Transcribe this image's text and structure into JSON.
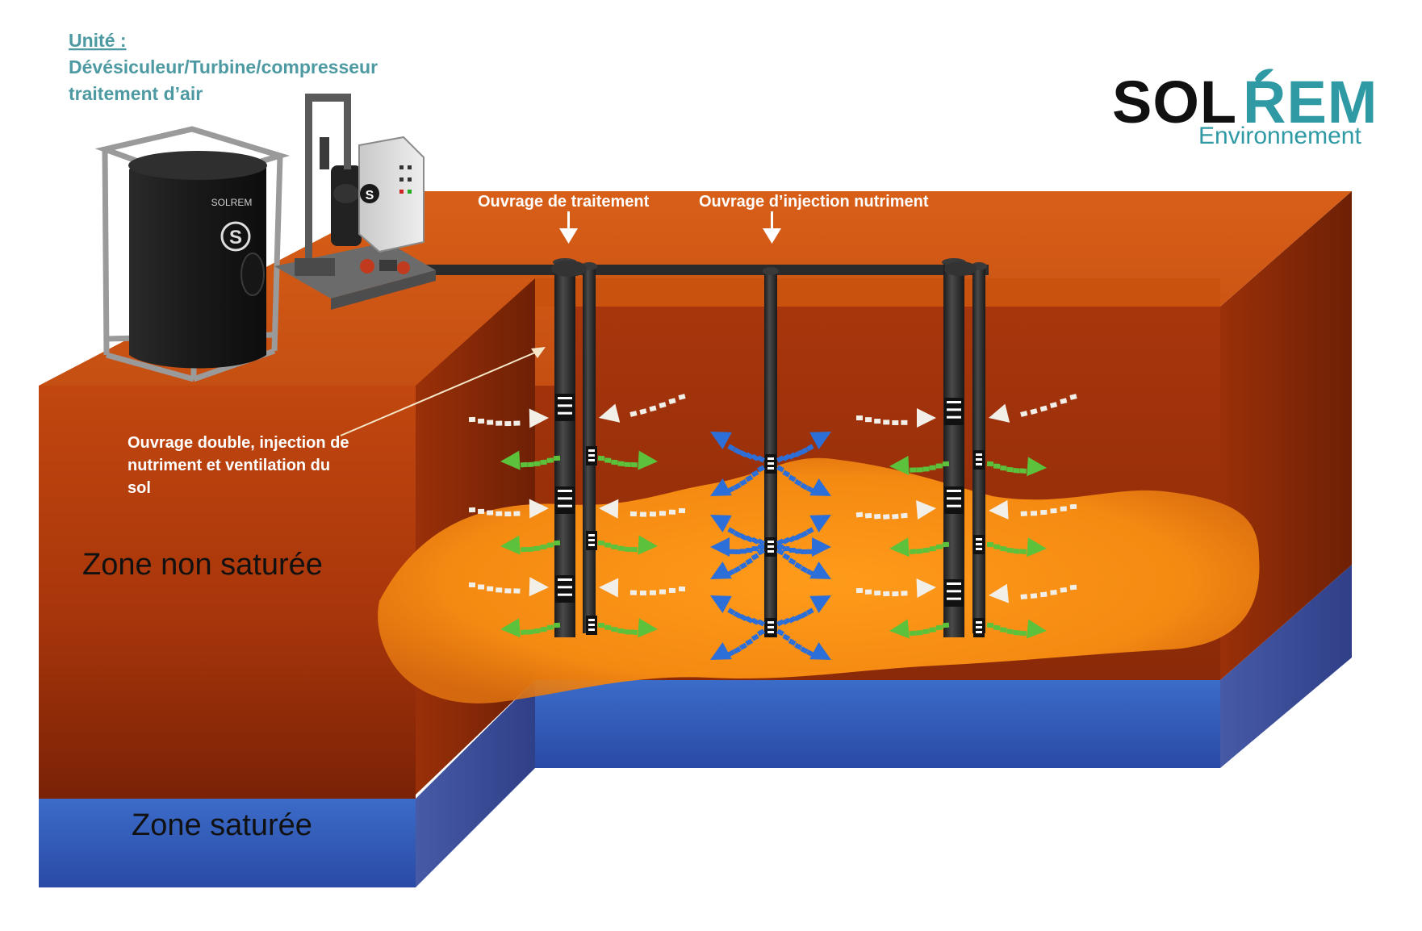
{
  "unit_label": {
    "title": "Unité :",
    "line1": "Dévésiculeur/Turbine/compresseur",
    "line2": "traitement d’air"
  },
  "logo": {
    "brand_dark": "SOL",
    "brand_teal": "REM",
    "subtitle": "Environnement"
  },
  "callouts": {
    "treatment_well": "Ouvrage de traitement",
    "injection_well": "Ouvrage  d’injection nutriment",
    "double_well_line1": "Ouvrage double, injection de",
    "double_well_line2": "nutriment et ventilation du",
    "double_well_line3": "sol"
  },
  "zones": {
    "unsaturated": "Zone non saturée",
    "saturated": "Zone saturée"
  },
  "equipment": {
    "tank_badge": "S",
    "tank_label": "SOLREM",
    "panel_badge": "S"
  },
  "colors": {
    "soil_dark": "#7a2608",
    "soil_mid": "#b8400e",
    "soil_top": "#d8601a",
    "plume": "#f28c12",
    "water": "#2f55b8",
    "water_side": "#3c4f9a",
    "pipe": "#2b2b2b",
    "arrow_air": "#f2efe8",
    "arrow_nutrient": "#5cc23c",
    "arrow_injection": "#2d6fd8",
    "teal_text": "#4e9aa2"
  },
  "icons": {
    "down_arrow": "down-arrow-icon",
    "air_flow": "air-flow-arrow-icon",
    "nutrient_flow": "nutrient-flow-arrow-icon",
    "injection_flow": "injection-spray-icon"
  }
}
